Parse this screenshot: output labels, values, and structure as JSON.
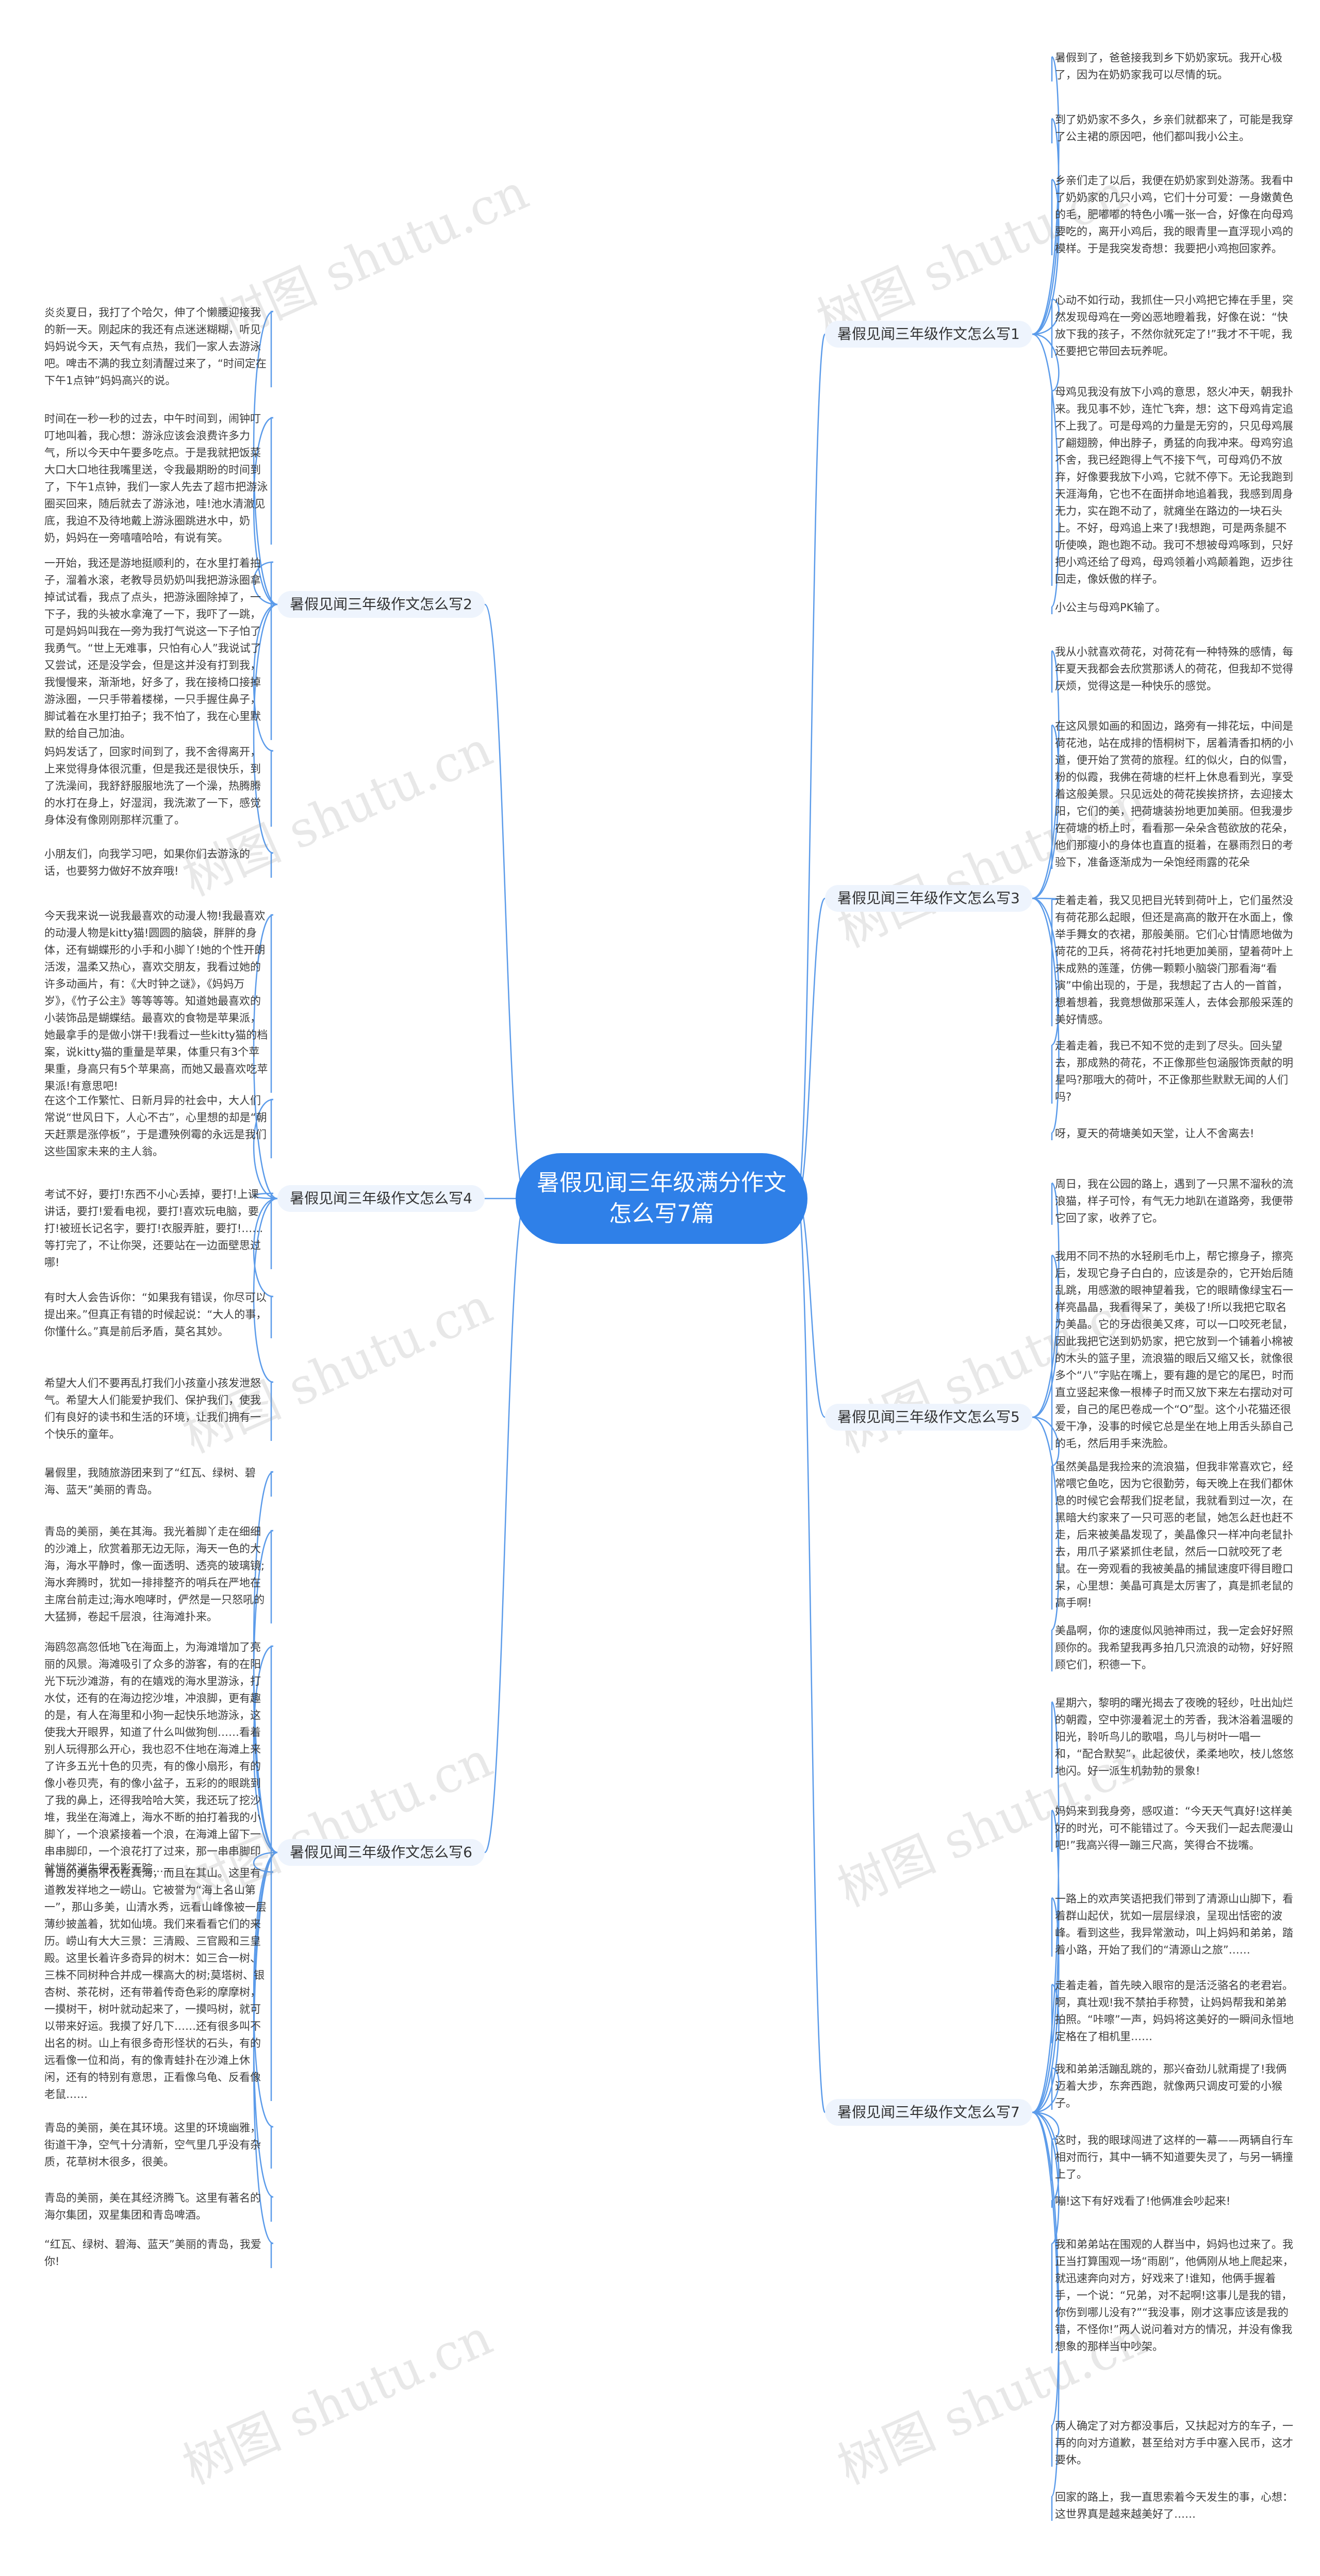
{
  "center": {
    "title": "暑假见闻三年级满分作文怎么写7篇"
  },
  "watermark": "树图 shutu.cn",
  "colors": {
    "center": "#2f80e8",
    "branch_bg": "#eef4fd",
    "line": "#5b9bea"
  },
  "branches": [
    {
      "label": "暑假见闻三年级作文怎么写1",
      "side": "right",
      "leaves": [
        "暑假到了，爸爸接我到乡下奶奶家玩。我开心极了，因为在奶奶家我可以尽情的玩。",
        "到了奶奶家不多久，乡亲们就都来了，可能是我穿了公主裙的原因吧，他们都叫我小公主。",
        "乡亲们走了以后，我便在奶奶家到处游荡。我看中了奶奶家的几只小鸡，它们十分可爱：一身嫩黄色的毛，肥嘟嘟的特色小嘴一张一合，好像在向母鸡要吃的，离开小鸡后，我的眼青里一直浮现小鸡的模样。于是我突发奇想：我要把小鸡抱回家养。",
        "心动不如行动，我抓住一只小鸡把它捧在手里，突然发现母鸡在一旁凶恶地瞪着我，好像在说：“快放下我的孩子，不然你就死定了!”我才不干呢，我还要把它带回去玩养呢。",
        "母鸡见我没有放下小鸡的意思，怒火冲天，朝我扑来。我见事不妙，连忙飞奔，想：这下母鸡肯定追不上我了。可是母鸡的力量是无穷的，只见母鸡展了翩翅膀，伸出脖子，勇猛的向我冲来。母鸡穷追不舍，我已经跑得上气不接下气，可母鸡仍不放弃，好像要我放下小鸡，它就不停下。无论我跑到天涯海角，它也不在面拼命地追着我，我感到周身无力，实在跑不动了，就瘫坐在路边的一块石头上。不好，母鸡追上来了!我想跑，可是两条腿不听使唤，跑也跑不动。我可不想被母鸡啄到，只好把小鸡还给了母鸡，母鸡领着小鸡颠着跑，迈步往回走，像妖傲的样子。",
        "小公主与母鸡PK输了。"
      ]
    },
    {
      "label": "暑假见闻三年级作文怎么写3",
      "side": "right",
      "leaves": [
        "我从小就喜欢荷花，对荷花有一种特殊的感情，每年夏天我都会去欣赏那诱人的荷花，但我却不觉得厌烦，觉得这是一种快乐的感觉。",
        "在这风景如画的和固边，路旁有一排花坛，中间是荷花池，站在成排的悟桐树下，居着清香扣柄的小道，便开始了赏荷的旅程。红的似火，白的似雪，粉的似霞，我佛在荷塘的栏杆上休息看到光，享受着这般美景。只见远处的荷花挨挨挤挤，去迎接太阳，它们的美，把荷塘装扮地更加美丽。但我漫步在荷塘的桥上时，看看那一朵朵含苞欲放的花朵，他们那瘦小的身体也直直的挺着，在暴雨烈日的考验下，准备逐渐成为一朵饱经雨露的花朵",
        "走着走着，我又见把目光转到荷叶上，它们虽然没有荷花那么起眼，但还是高高的散开在水面上，像举手舞女的衣裙，那般美丽。它们心甘情愿地做为荷花的卫兵，将荷花衬托地更加美丽，望着荷叶上未成熟的莲蓬，仿佛一颗颗小脑袋门那看海“看演”中偷出现的，于是，我想起了古人的一首首，想着想着，我竟想做那采莲人，去体会那般采莲的美好情感。",
        "走着走着，我已不知不觉的走到了尽头。回头望去，那成熟的荷花，不正像那些包涵服饰贡献的明星吗?那哦大的荷叶，不正像那些默默无闻的人们吗?",
        "呀，夏天的荷塘美如天堂，让人不舍离去!"
      ]
    },
    {
      "label": "暑假见闻三年级作文怎么写5",
      "side": "right",
      "leaves": [
        "周日，我在公园的路上，遇到了一只黑不溜秋的流浪猫，样子可怜，有气无力地趴在道路旁，我便带它回了家，收养了它。",
        "我用不同不热的水轻刷毛巾上，帮它擦身子，擦亮后，发现它身子白白的，应该是杂的，它开始后随乱跳，用感激的眼神望着我，它的眼睛像绿宝石一样亮晶晶，我看得呆了，美极了!所以我把它取名为美晶。它的牙齿很美又疼，可以一口咬死老鼠，因此我把它送到奶奶家，把它放到一个铺着小棉被的木头的篮子里，流浪猫的眼后又缩又长，就像很多个“八”字贴在嘴上，要有趣的是它的尾巴，时而直立竖起来像一根棒子时而又放下来左右摆动对可爱，自己的尾巴卷成一个“O”型。这个小花猫还很爱干净，没事的时候它总是坐在地上用舌头舔自己的毛，然后用手来洗脸。",
        "虽然美晶是我捡来的流浪猫，但我非常喜欢它，经常喂它鱼吃，因为它很勤劳，每天晚上在我们都休息的时候它会帮我们捉老鼠，我就看到过一次，在黑暗大约家来了一只可恶的老鼠，她怎么赶也赶不走，后来被美晶发现了，美晶像只一样冲向老鼠扑去，用爪子紧紧抓住老鼠，然后一口就咬死了老鼠。在一旁观看的我被美晶的捕鼠速度吓得目瞪口呆，心里想：美晶可真是太厉害了，真是抓老鼠的高手啊!",
        "美晶啊，你的速度似风驰神雨过，我一定会好好照顾你的。我希望我再多拍几只流浪的动物，好好照顾它们，积德一下。"
      ]
    },
    {
      "label": "暑假见闻三年级作文怎么写7",
      "side": "right",
      "leaves": [
        "星期六，黎明的曙光揭去了夜晚的轻纱，吐出灿烂的朝霞，空中弥漫着泥土的芳香，我沐浴着温暖的阳光，聆听鸟儿的歌唱，鸟儿与树叶一唱一和，“配合默契”，此起彼伏，柔柔地吹，枝儿悠悠地闪。好一派生机勃勃的景象!",
        "妈妈来到我身旁，感叹道：“今天天气真好!这样美好的时光，可不能错过了。今天我们一起去爬漫山吧!”我高兴得一蹦三尺高，笑得合不拢嘴。",
        "一路上的欢声笑语把我们带到了清源山山脚下，看着群山起伏，犹如一层层绿浪，呈现出恬密的波峰。看到这些，我异常激动，叫上妈妈和弟弟，踏着小路，开始了我们的“清源山之旅”……",
        "走着走着，首先映入眼帘的是活泛骆名的老君岩。啊，真壮观!我不禁拍手称赞，让妈妈帮我和弟弟拍照。“咔嚓”一声，妈妈将这美好的一瞬间永恒地定格在了相机里……",
        "我和弟弟活蹦乱跳的，那兴奋劲儿就甭提了!我俩迈着大步，东奔西跑，就像两只调皮可爱的小猴子。",
        "这时，我的眼球闯进了这样的一幕——两辆自行车相对而行，其中一辆不知道要失灵了，与另一辆撞上了。",
        "嘣!这下有好戏看了!他俩准会吵起来!",
        "我和弟弟站在围观的人群当中，妈妈也过来了。我正当打算围观一场“雨剧”，他俩刚从地上爬起来，就迅速奔向对方，好戏来了!谁知，他俩手握着手，一个说：“兄弟，对不起啊!这事儿是我的错，你伤到哪儿没有?”“我没事，刚才这事应该是我的错，不怪你!”两人说问着对方的情况，并没有像我想象的那样当中吵架。",
        "两人确定了对方都没事后，又扶起对方的车子，一再的向对方道歉，甚至给对方手中塞入民币，这才要休。",
        "回家的路上，我一直思索着今天发生的事，心想：这世界真是越来越美好了……"
      ]
    },
    {
      "label": "暑假见闻三年级作文怎么写2",
      "side": "left",
      "leaves": [
        "炎炎夏日，我打了个哈欠，伸了个懒腰迎接我的新一天。刚起床的我还有点迷迷糊糊，听见妈妈说今天，天气有点热，我们一家人去游泳吧。啤击不满的我立刻清醒过来了，“时间定在下午1点钟”妈妈高兴的说。",
        "时间在一秒一秒的过去，中午时间到，闹钟叮叮地叫着，我心想：游泳应该会浪费许多力气，所以今天中午要多吃点。于是我就把饭菜大口大口地往我嘴里送，令我最期盼的时间到了，下午1点钟，我们一家人先去了超市把游泳圈买回来，随后就去了游泳池，哇!池水清澈见底，我迫不及待地戴上游泳圈跳进水中，奶奶，妈妈在一旁嘻嘻哈哈，有说有笑。",
        "一开始，我还是游地挺顺利的，在水里打着拍子，溜着水滚，老教导员奶奶叫我把游泳圈拿掉试试看，我点了点头，把游泳圈除掉了，一下子，我的头被水拿淹了一下，我吓了一跳，可是妈妈叫我在一旁为我打气说这一下子怕了我勇气。“世上无难事，只怕有心人”我说试了又尝试，还是没学会，但是这并没有打到我，我慢慢来，渐渐地，好多了，我在接椅口接掉游泳圈，一只手带着楼梯，一只手握住鼻子，脚试着在水里打拍子；我不怕了，我在心里默默的给自己加油。",
        "妈妈发话了，回家时间到了，我不舍得离开，上来觉得身体很沉重，但是我还是很快乐，到了洗澡间，我舒舒服服地洗了一个澡，热腾腾的水打在身上，好湿润，我洗漱了一下，感觉身体没有像刚刚那样沉重了。",
        "小朋友们，向我学习吧，如果你们去游泳的话，也要努力做好不放弃哦!"
      ]
    },
    {
      "label": "暑假见闻三年级作文怎么写4",
      "side": "left",
      "leaves": [
        "今天我来说一说我最喜欢的动漫人物!我最喜欢的动漫人物是kitty猫!圆圆的脑袋，胖胖的身体，还有蝴蝶形的小手和小脚丫!她的个性开朗活泼，温柔又热心，喜欢交朋友，我看过她的许多动画片，有：《大时钟之谜》，《妈妈万岁》，《竹子公主》等等等等。知道她最喜欢的小装饰品是蝴蝶结。最喜欢的食物是苹果派，她最拿手的是做小饼干!我看过一些kitty猫的档案，说kitty猫的重量是苹果，体重只有3个苹果重，身高只有5个苹果高，而她又最喜欢吃苹果派!有意思吧!",
        "在这个工作繁忙、日新月异的社会中，大人们常说“世风日下，人心不古”，心里想的却是“朝天赶票是涨停板”，于是遭殃例霉的永远是我们这些国家未来的主人翁。",
        "考试不好，要打!东西不小心丢掉，要打!上课讲话，要打!爱看电视，要打!喜欢玩电脑，要打!被班长记名字，要打!衣服弄脏，要打!……等打完了，不让你哭，还要站在一边面壁思过哪!",
        "有时大人会告诉你：“如果我有错误，你尽可以提出来。”但真正有错的时候起说：“大人的事，你懂什么。”真是前后矛盾，莫名其妙。",
        "希望大人们不要再乱打我们小孩童小孩发泄怒气。希望大人们能爱护我们、保护我们，使我们有良好的读书和生活的环境，让我们拥有一个快乐的童年。"
      ]
    },
    {
      "label": "暑假见闻三年级作文怎么写6",
      "side": "left",
      "leaves": [
        "暑假里，我随旅游团来到了“红瓦、绿树、碧海、蓝天”美丽的青岛。",
        "青岛的美丽，美在其海。我光着脚丫走在细细的沙滩上，欣赏着那无边无际，海天一色的大海，海水平静时，像一面透明、透亮的玻璃镜;海水奔腾时，犹如一排排整齐的哨兵在严地在主席台前走过;海水咆哮时，俨然是一只怒吼的大猛狮，卷起千层浪，往海滩扑来。",
        "海鸥忽高忽低地飞在海面上，为海滩增加了亮丽的风景。海滩吸引了众多的游客，有的在阳光下玩沙滩游，有的在嬉戏的海水里游泳，打水仗，还有的在海边挖沙堆，冲浪脚，更有趣的是，有人在海里和小狗一起快乐地游泳，这使我大开眼界，知道了什么叫做狗刨……看着别人玩得那么开心，我也忍不住地在海滩上来了许多五光十色的贝壳，有的像小扇形，有的像小卷贝壳，有的像小盆子，五彩的的眼跳到了我的鼻上，还得我哈哈大笑，我还玩了挖沙堆，我坐在海滩上，海水不断的拍打着我的小脚丫，一个浪紧接着一个浪，在海滩上留下一串串脚印，一个浪花打了过来，那一串串脚印就悄然消失得无影无踪……",
        "青岛的美丽不仅在其海，而且在其山。这里有道教发祥地之一崂山。它被誉为“海上名山第一”，那山多美，山清水秀，远看山峰像被一层薄纱披盖着，犹如仙境。我们来看看它们的来历。崂山有大大三景：三清殿、三官殿和三皇殿。这里长着许多奇异的树木：如三合一树、三株不同树种合并成一棵高大的树;莫塔树、银杏树、茶花树，还有带着传奇色彩的摩摩树，一摸树干，树叶就动起来了，一摸吗树，就可以带来好运。我摸了好几下……还有很多叫不出名的树。山上有很多奇形怪状的石头，有的远看像一位和尚，有的像青蛙扑在沙滩上休闲，还有的特别有意思，正看像乌龟、反看像老鼠……",
        "青岛的美丽，美在其环境。这里的环境幽雅，街道干净，空气十分清新，空气里几乎没有杂质，花草树木很多，很美。",
        "青岛的美丽，美在其经济腾飞。这里有著名的海尔集团，双星集团和青岛啤酒。",
        "“红瓦、绿树、碧海、蓝天”美丽的青岛，我爱你!"
      ]
    }
  ]
}
